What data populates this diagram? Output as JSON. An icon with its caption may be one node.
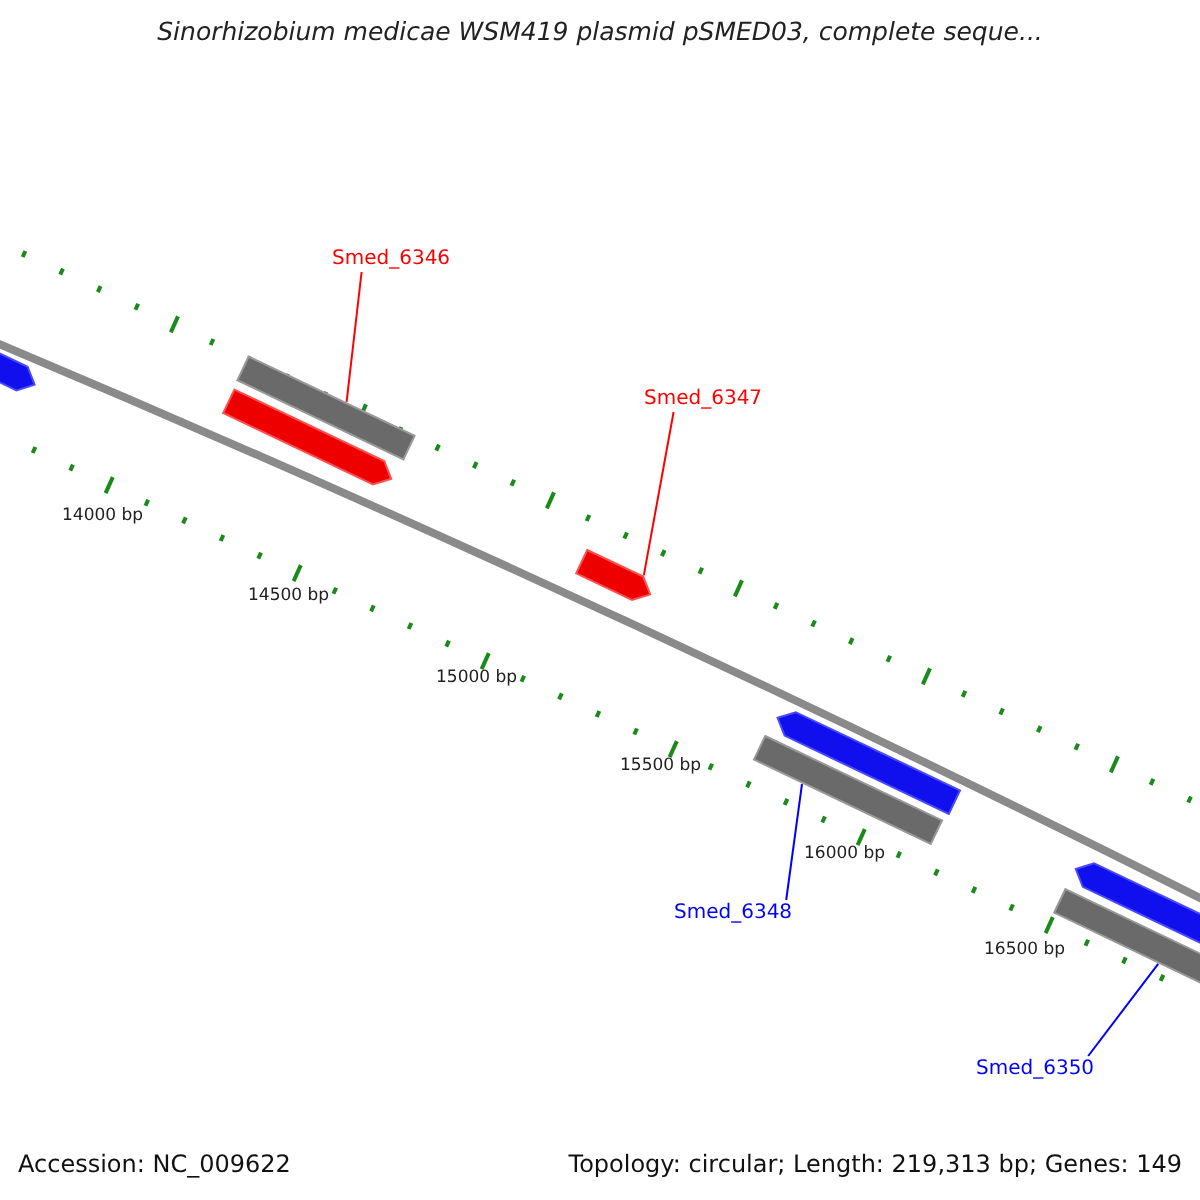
{
  "diagram": {
    "title": "Sinorhizobium medicae WSM419 plasmid pSMED03, complete seque...",
    "nodes": [
      {
        "text": [
          "Smed_6346"
        ]
      },
      {
        "text": [],
        "shape": "bar"
      },
      {
        "text": [
          "Smed_6347"
        ]
      },
      {
        "text": [],
        "shape": "arrow"
      },
      {
        "text": [
          "Smed_6348"
        ]
      },
      {
        "text": [],
        "shape": "bar"
      },
      {
        "text": [
          "Smed_6350"
        ]
      },
      {
        "text": [],
        "shape": "bar"
      }
    ],
    "edges": [
      {
        "from": 0,
        "to": 1,
        "arrow": "none",
        "color": "#ff0000"
      },
      {
        "from": 2,
        "to": 3,
        "arrow": "none",
        "color": "#ff0000"
      },
      {
        "from": 4,
        "to": 5,
        "arrow": "none",
        "color": "#0000ff"
      },
      {
        "from": 6,
        "to": 7,
        "arrow": "none",
        "color": "#0000ff"
      }
    ],
    "labels": [
      "14000 bp",
      "14500 bp",
      "15000 bp",
      "15500 bp",
      "16000 bp",
      "16500 bp",
      "Accession: NC_009622",
      "Topology: circular; Length: 219,313 bp; Genes: 149"
    ]
  }
}
